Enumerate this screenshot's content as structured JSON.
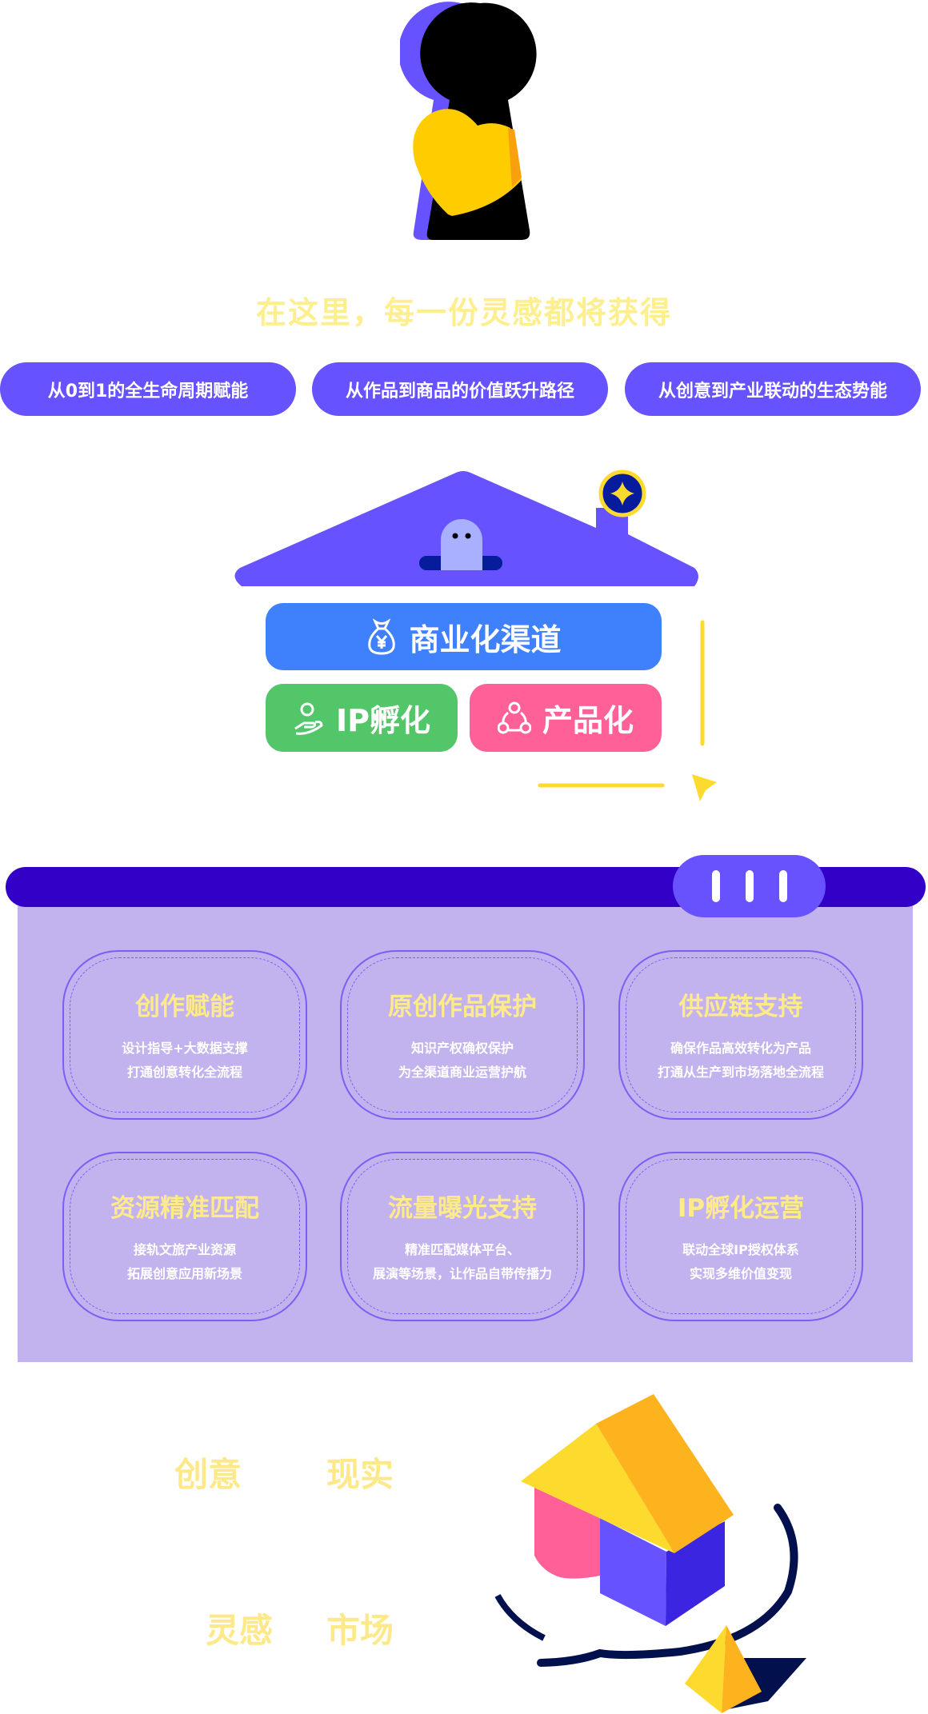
{
  "headline": "在这里，每一份灵感都将获得",
  "pills": [
    "从0到1的全生命周期赋能",
    "从作品到商品的价值跃升路径",
    "从创意到产业联动的生态势能"
  ],
  "house": {
    "commercial": "商业化渠道",
    "ip": "IP孵化",
    "product": "产品化"
  },
  "cards": [
    {
      "title": "创作赋能",
      "lines": [
        "设计指导+大数据支撑",
        "打通创意转化全流程"
      ]
    },
    {
      "title": "原创作品保护",
      "lines": [
        "知识产权确权保护",
        "为全渠道商业运营护航"
      ]
    },
    {
      "title": "供应链支持",
      "lines": [
        "确保作品高效转化为产品",
        "打通从生产到市场落地全流程"
      ]
    },
    {
      "title": "资源精准匹配",
      "lines": [
        "接轨文旅产业资源",
        "拓展创意应用新场景"
      ]
    },
    {
      "title": "流量曝光支持",
      "lines": [
        "精准匹配媒体平台、",
        "展演等场景，让作品自带传播力"
      ]
    },
    {
      "title": "IP孵化运营",
      "lines": [
        "联动全球IP授权体系",
        "实现多维价值变现"
      ]
    }
  ],
  "words": [
    "创意",
    "现实",
    "灵感",
    "市场"
  ],
  "colors": {
    "purple": "#6652ff",
    "dark_purple": "#3300c8",
    "panel": "#c2b3ee",
    "yellow": "#fdea8a",
    "blue": "#3f80fd",
    "green": "#53c66a",
    "pink": "#ff6098"
  }
}
